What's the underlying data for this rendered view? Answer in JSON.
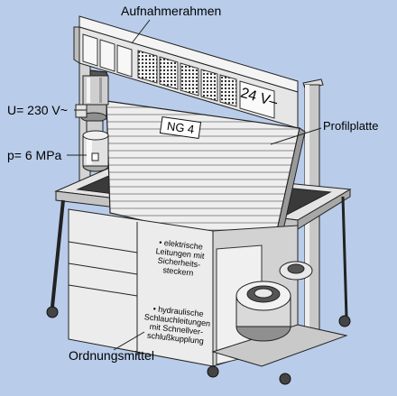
{
  "labels": {
    "frame": "Aufnahmerahmen",
    "voltage": "U= 230 V~",
    "pressure": "p= 6 MPa",
    "profile_plate": "Profilplatte",
    "storage": "Ordnungsmittel",
    "plate_tag": "NG 4",
    "dc_tag": "24 V–"
  },
  "notes": {
    "electric": [
      "elektrische",
      "Leitungen mit",
      "Sicherheits-",
      "steckern"
    ],
    "hydraulic": [
      "hydraulische",
      "Schlauchleitungen",
      "mit Schnellver-",
      "schlußkupplung"
    ]
  },
  "colors": {
    "background": "#b9cdea",
    "metal_light": "#f0f0f0",
    "metal_mid": "#c8c8c8",
    "metal_dark": "#3a3a3a"
  }
}
